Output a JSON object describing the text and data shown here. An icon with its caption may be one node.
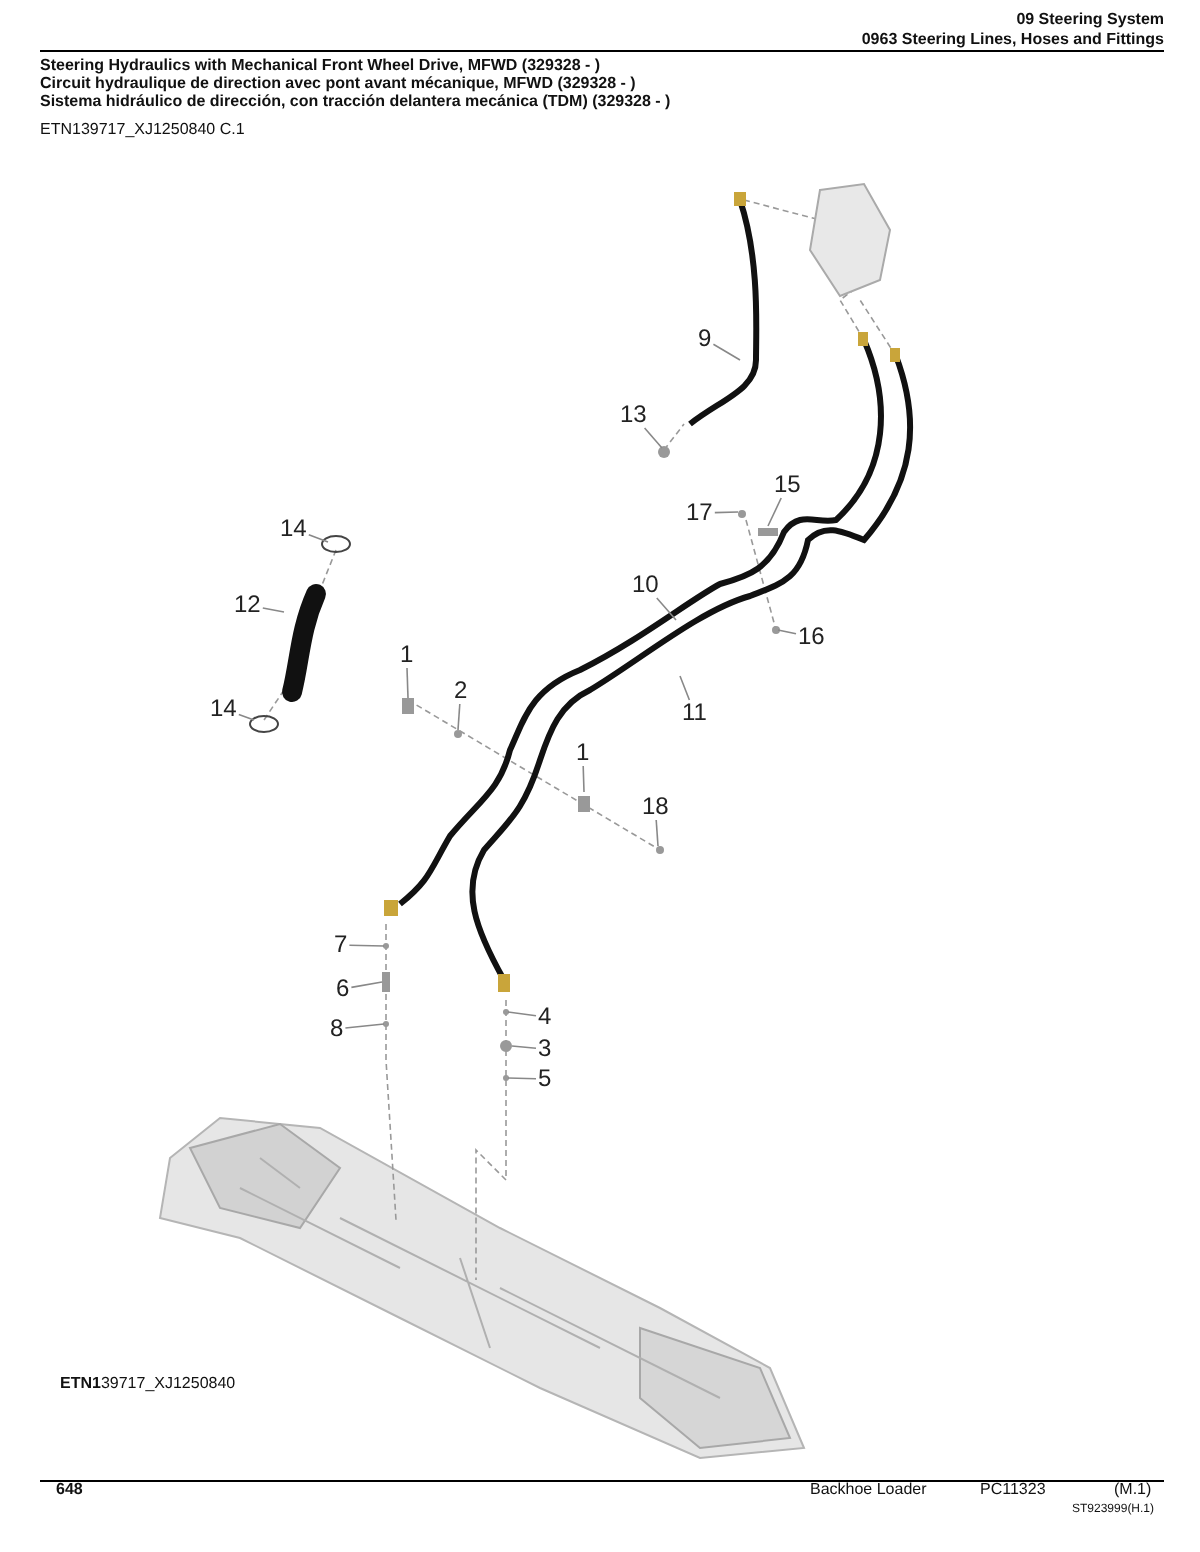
{
  "diagram": {
    "nodes": [
      {
        "text": [
          "9"
        ]
      },
      {
        "text": [
          "13"
        ]
      },
      {
        "text": [
          "14"
        ]
      },
      {
        "text": [
          "12"
        ]
      },
      {
        "text": [
          "14"
        ]
      },
      {
        "text": [
          "17"
        ]
      },
      {
        "text": [
          "15"
        ]
      },
      {
        "text": [
          "10"
        ]
      },
      {
        "text": [
          "16"
        ]
      },
      {
        "text": [
          "1"
        ]
      },
      {
        "text": [
          "2"
        ]
      },
      {
        "text": [
          "11"
        ]
      },
      {
        "text": [
          "1"
        ]
      },
      {
        "text": [
          "18"
        ]
      },
      {
        "text": [
          "7"
        ]
      },
      {
        "text": [
          "6"
        ]
      },
      {
        "text": [
          "4"
        ]
      },
      {
        "text": [
          "8"
        ]
      },
      {
        "text": [
          "3"
        ]
      },
      {
        "text": [
          "5"
        ]
      }
    ],
    "edges": [
      {
        "from": 0,
        "to": null,
        "arrow": "none"
      },
      {
        "from": 1,
        "to": null,
        "arrow": "none"
      },
      {
        "from": 2,
        "to": null,
        "arrow": "none"
      },
      {
        "from": 3,
        "to": null,
        "arrow": "none"
      },
      {
        "from": 4,
        "to": null,
        "arrow": "none"
      },
      {
        "from": 5,
        "to": null,
        "arrow": "none"
      },
      {
        "from": 6,
        "to": null,
        "arrow": "none"
      },
      {
        "from": 7,
        "to": null,
        "arrow": "none"
      },
      {
        "from": 8,
        "to": null,
        "arrow": "none"
      },
      {
        "from": 9,
        "to": null,
        "arrow": "none"
      },
      {
        "from": 10,
        "to": null,
        "arrow": "none"
      },
      {
        "from": 11,
        "to": null,
        "arrow": "none"
      },
      {
        "from": 12,
        "to": null,
        "arrow": "none"
      },
      {
        "from": 13,
        "to": null,
        "arrow": "none"
      },
      {
        "from": 14,
        "to": null,
        "arrow": "none"
      },
      {
        "from": 15,
        "to": null,
        "arrow": "none"
      },
      {
        "from": 16,
        "to": null,
        "arrow": "none"
      },
      {
        "from": 17,
        "to": null,
        "arrow": "none"
      },
      {
        "from": 18,
        "to": null,
        "arrow": "none"
      },
      {
        "from": 19,
        "to": null,
        "arrow": "none"
      }
    ],
    "labels": [
      "09 Steering System",
      "0963 Steering Lines, Hoses and Fittings",
      "Steering Hydraulics with Mechanical Front Wheel Drive, MFWD (329328 - )",
      "Circuit hydraulique de direction avec pont avant mécanique, MFWD (329328 - )",
      "Sistema hidráulico de dirección, con tracción delantera mecánica (TDM) (329328 - )",
      "ETN139717_XJ1250840 C.1",
      "**ETN1**39717_XJ1250840",
      "648",
      "Backhoe Loader",
      "PC11323",
      "(M.1)",
      "ST923999(H.1)"
    ]
  }
}
